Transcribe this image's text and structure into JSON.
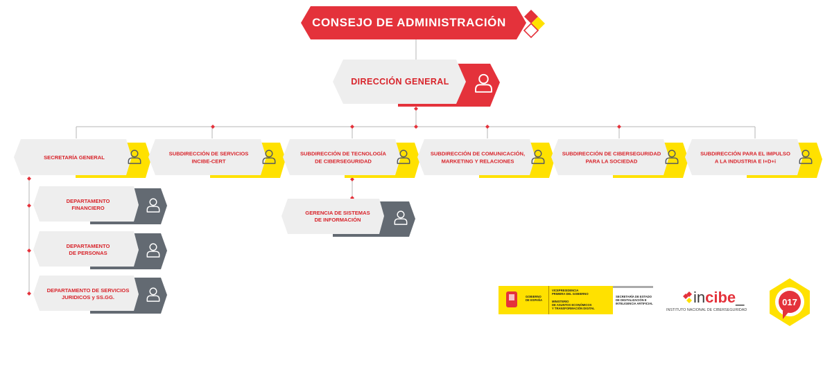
{
  "colors": {
    "red": "#e4323b",
    "yellow": "#ffe100",
    "gray_dark": "#636a72",
    "gray_light": "#eeeeee",
    "line": "#b5b5b5"
  },
  "top": {
    "label": "CONSEJO DE ADMINISTRACIÓN"
  },
  "direccion": {
    "label": "DIRECCIÓN GENERAL",
    "icon": "user-icon"
  },
  "subdirecciones": [
    {
      "lines": [
        "SECRETARÍA GENERAL"
      ]
    },
    {
      "lines": [
        "SUBDIRECCIÓN DE SERVICIOS",
        "INCIBE-CERT"
      ]
    },
    {
      "lines": [
        "SUBDIRECCIÓN DE TECNOLOGÍA",
        "DE CIBERSEGURIDAD"
      ]
    },
    {
      "lines": [
        "SUBDIRECCIÓN DE COMUNICACIÓN,",
        "MARKETING Y RELACIONES"
      ]
    },
    {
      "lines": [
        "SUBDIRECCIÓN DE CIBERSEGURIDAD",
        "PARA LA SOCIEDAD"
      ]
    },
    {
      "lines": [
        "SUBDIRECCIÓN PARA EL IMPULSO",
        "A LA INDUSTRIA E I+D+i"
      ]
    }
  ],
  "departamentos": [
    {
      "lines": [
        "DEPARTAMENTO",
        "FINANCIERO"
      ]
    },
    {
      "lines": [
        "DEPARTAMENTO",
        "DE PERSONAS"
      ]
    },
    {
      "lines": [
        "DEPARTAMENTO DE SERVICIOS",
        "JURIDICOS y SS.GG."
      ]
    }
  ],
  "gerencia": {
    "lines": [
      "GERENCIA DE SISTEMAS",
      "DE INFORMACIÓN"
    ]
  },
  "footer": {
    "gobierno_lines": [
      "GOBIERNO",
      "DE ESPAÑA"
    ],
    "vicepresidencia_lines": [
      "VICEPRESIDENCIA",
      "PRIMERA DEL GOBIERNO"
    ],
    "ministerio_lines": [
      "MINISTERIO",
      "DE ASUNTOS ECONÓMICOS",
      "Y TRANSFORMACIÓN DIGITAL"
    ],
    "secretaria_lines": [
      "SECRETARÍA DE ESTADO",
      "DE DIGITALIZACIÓN E",
      "INTELIGENCIA ARTIFICIAL"
    ],
    "incibe_prefix": "in",
    "incibe_accent": "cibe",
    "incibe_suffix": "_",
    "incibe_tagline": "INSTITUTO NACIONAL DE CIBERSEGURIDAD",
    "badge_number": "017"
  }
}
